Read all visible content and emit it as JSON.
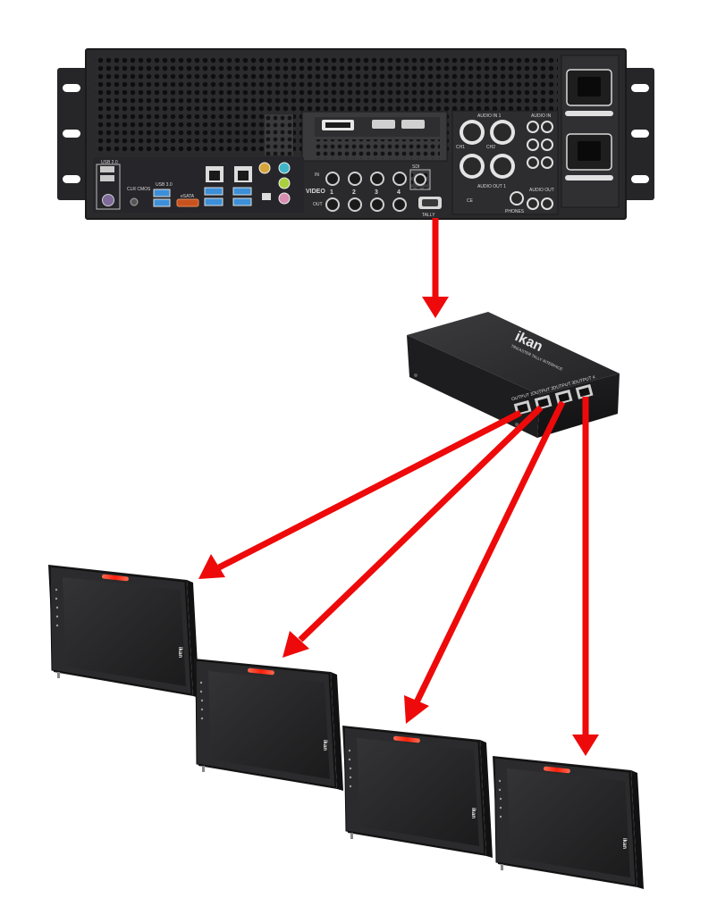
{
  "server": {
    "labels": {
      "usb2": "USB 2.0",
      "usb3": "USB 3.0",
      "clr_cmos": "CLR CMOS",
      "esata": "eSATA",
      "video": "VIDEO",
      "in": "IN",
      "out": "OUT",
      "ch1": "1",
      "ch2": "2",
      "ch3": "3",
      "ch4": "4",
      "sdi": "SDI",
      "tally": "TALLY",
      "audio_in_1": "AUDIO IN 1",
      "audio_out_1": "AUDIO OUT 1",
      "audio_in": "AUDIO IN",
      "audio_out": "AUDIO OUT",
      "phones": "PHONES",
      "ch1_short": "CH1",
      "ch2_short": "CH2",
      "ce": "CE"
    }
  },
  "interface_box": {
    "brand": "ikan",
    "model_text": "TRICASTER TALLY INTERFACE",
    "outputs": [
      "OUTPUT 1",
      "OUTPUT 2",
      "OUTPUT 3",
      "OUTPUT 4"
    ]
  },
  "monitors": {
    "brand": "ikan",
    "count": 4,
    "tally_color": "#ff2a1a"
  },
  "colors": {
    "arrow": "#ee0a0a",
    "chassis": "#2a2a2c",
    "chassis_dark": "#1a1a1b"
  }
}
